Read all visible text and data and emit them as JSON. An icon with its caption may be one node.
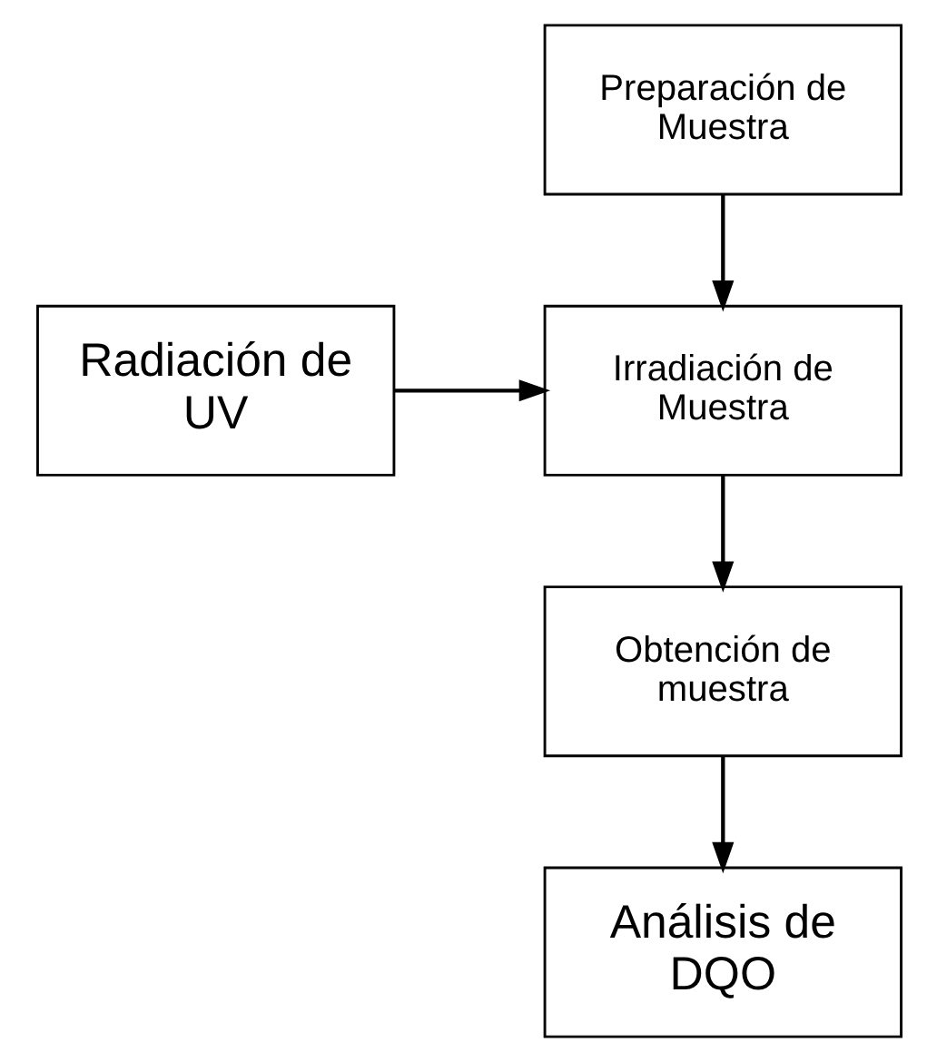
{
  "diagram": {
    "nodes": [
      {
        "text": [
          "Preparación de Muestra"
        ]
      },
      {
        "text": [
          "Radiación de UV"
        ]
      },
      {
        "text": [
          "Irradiación de Muestra"
        ]
      },
      {
        "text": [
          "Obtención de muestra"
        ]
      },
      {
        "text": [
          "Análisis de DQO"
        ]
      }
    ],
    "edges": [
      {
        "from": 0,
        "to": 2,
        "arrow": "to"
      },
      {
        "from": 1,
        "to": 2,
        "arrow": "to"
      },
      {
        "from": 2,
        "to": 3,
        "arrow": "to"
      },
      {
        "from": 3,
        "to": 4,
        "arrow": "to"
      }
    ]
  }
}
